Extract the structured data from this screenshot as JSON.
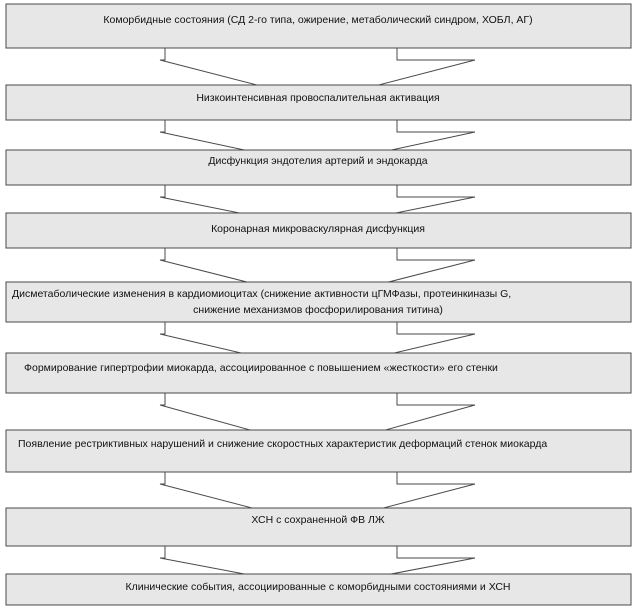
{
  "steps": [
    {
      "lines": [
        "Коморбидные состояния (СД 2-го типа, ожирение, метаболический синдром, ХОБЛ, АГ)"
      ]
    },
    {
      "lines": [
        "Низкоинтенсивная провоспалительная активация"
      ]
    },
    {
      "lines": [
        "Дисфункция эндотелия артерий и эндокарда"
      ]
    },
    {
      "lines": [
        "Коронарная микроваскулярная дисфункция"
      ]
    },
    {
      "lines": [
        "Дисметаболические изменения в кардиомиоцитах (снижение активности цГМФазы, протеинкиназы G,",
        "снижение механизмов фосфорилирования титина)"
      ]
    },
    {
      "lines": [
        "Формирование гипертрофии миокарда, ассоциированное с повышением «жесткости» его стенки"
      ]
    },
    {
      "lines": [
        "Появление рестриктивных нарушений и снижение скоростных характеристик деформаций стенок миокарда"
      ]
    },
    {
      "lines": [
        "ХСН с сохраненной ФВ ЛЖ"
      ]
    },
    {
      "lines": [
        "Клинические события, ассоциированные с коморбидными состояниями и ХСН"
      ]
    }
  ],
  "colors": {
    "box_fill": "#e7e7e7",
    "box_stroke": "#4a4a4a",
    "arrow_fill": "#ffffff",
    "arrow_stroke": "#4a4a4a"
  }
}
